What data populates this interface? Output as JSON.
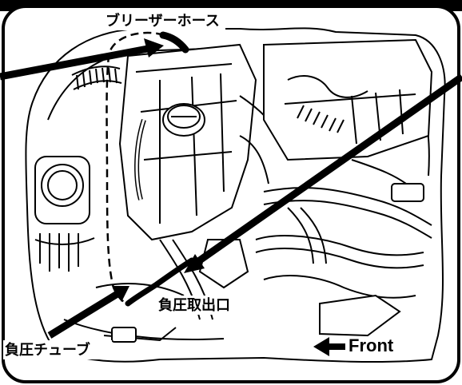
{
  "labels": {
    "breather_hose": "ブリーザーホース",
    "vacuum_port": "負圧取出口",
    "vacuum_tube": "負圧チューブ",
    "front": "Front"
  },
  "colors": {
    "line": "#000000",
    "background": "#ffffff",
    "engine_fill": "#ffffff",
    "shade": "#d9d9d9"
  }
}
